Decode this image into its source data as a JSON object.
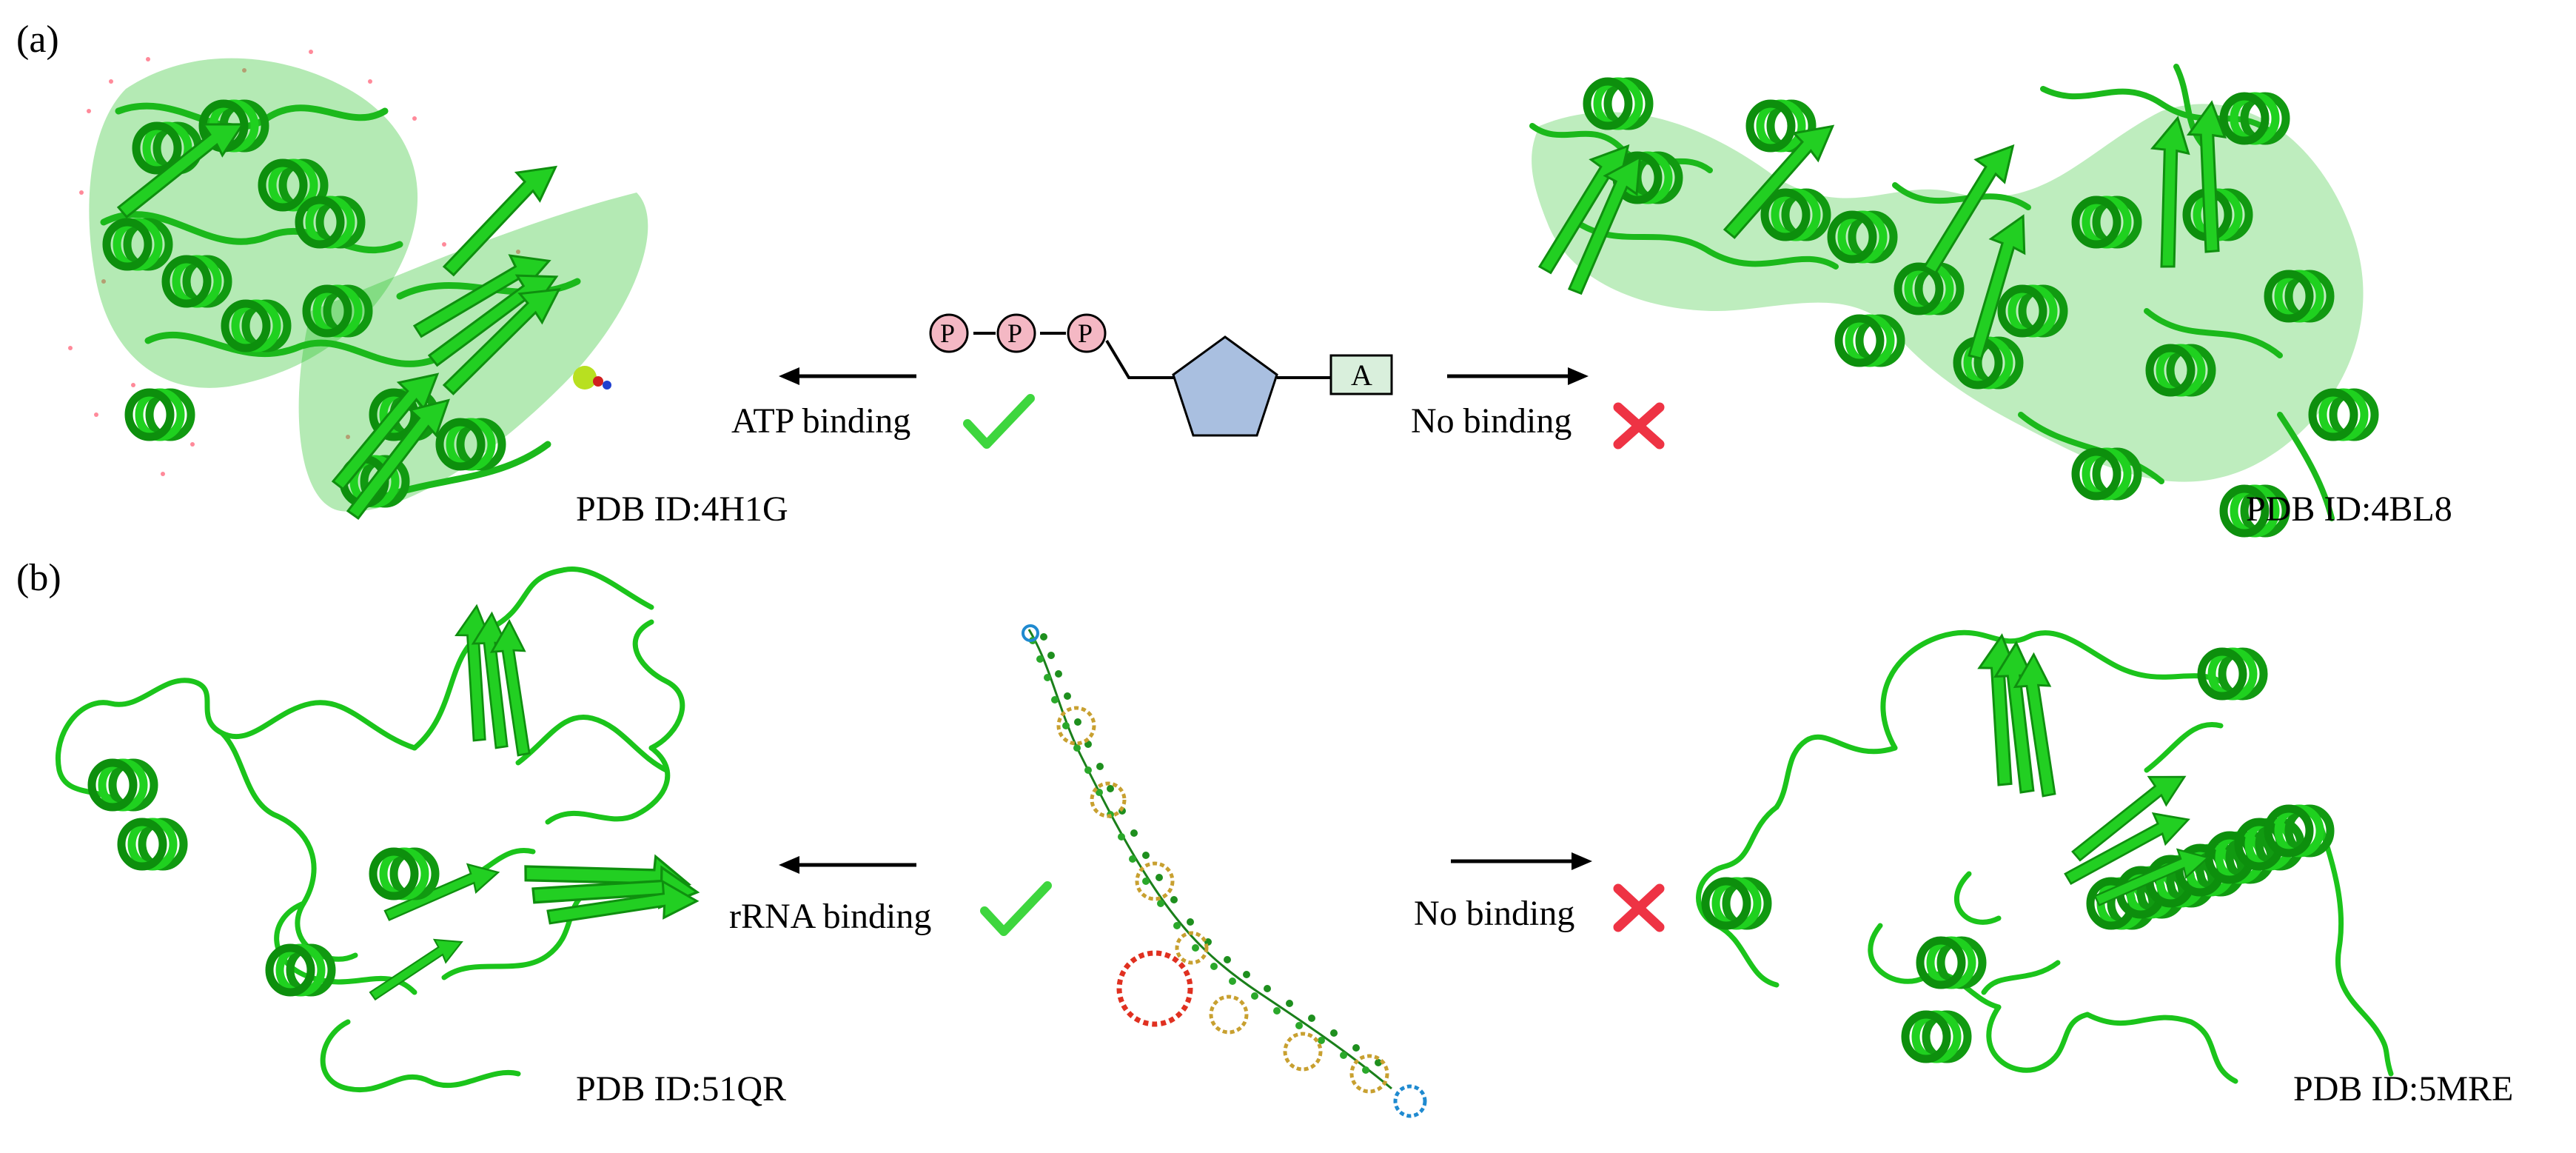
{
  "panels": {
    "a": {
      "label": "(a)",
      "left_caption": "PDB ID:4H1G",
      "right_caption": "PDB ID:4BL8",
      "left_binding": "ATP binding",
      "right_binding": "No binding",
      "phosphate_letter": "P",
      "adenine_letter": "A"
    },
    "b": {
      "label": "(b)",
      "left_caption": "PDB ID:51QR",
      "right_caption": "PDB ID:5MRE",
      "left_binding": "rRNA binding",
      "right_binding": "No binding"
    }
  },
  "colors": {
    "protein_green": "#1fd11f",
    "protein_dark": "#0a8a0a",
    "check_green": "#3ed63e",
    "cross_red": "#ee3344",
    "phosphate_fill": "#f4b8c4",
    "ribose_fill": "#a9bfe0",
    "adenine_fill": "#d9efdc"
  },
  "icons": {
    "check": "check-mark-icon",
    "cross": "cross-mark-icon",
    "arrow_left": "arrow-left-icon",
    "arrow_right": "arrow-right-icon"
  }
}
